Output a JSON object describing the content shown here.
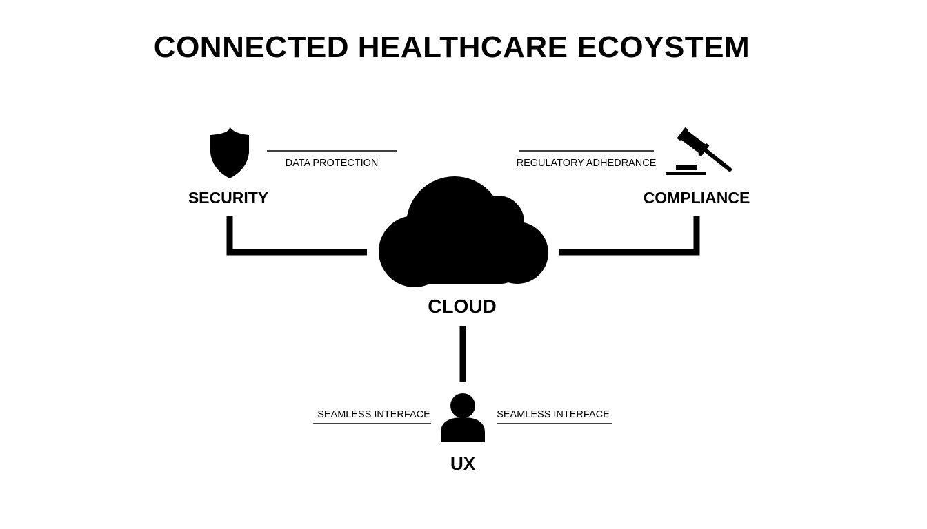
{
  "title": "CONNECTED HEALTHCARE ECOYSTEM",
  "nodes": {
    "security": {
      "label": "SECURITY",
      "icon": "shield-icon",
      "edge_label": "DATA PROTECTION"
    },
    "compliance": {
      "label": "COMPLIANCE",
      "icon": "gavel-icon",
      "edge_label": "REGULATORY ADHEDRANCE"
    },
    "cloud": {
      "label": "CLOUD",
      "icon": "cloud-icon"
    },
    "ux": {
      "label": "UX",
      "icon": "user-icon",
      "edge_label_left": "SEAMLESS INTERFACE",
      "edge_label_right": "SEAMLESS INTERFACE"
    }
  },
  "colors": {
    "ink": "#000000",
    "background": "#ffffff"
  }
}
